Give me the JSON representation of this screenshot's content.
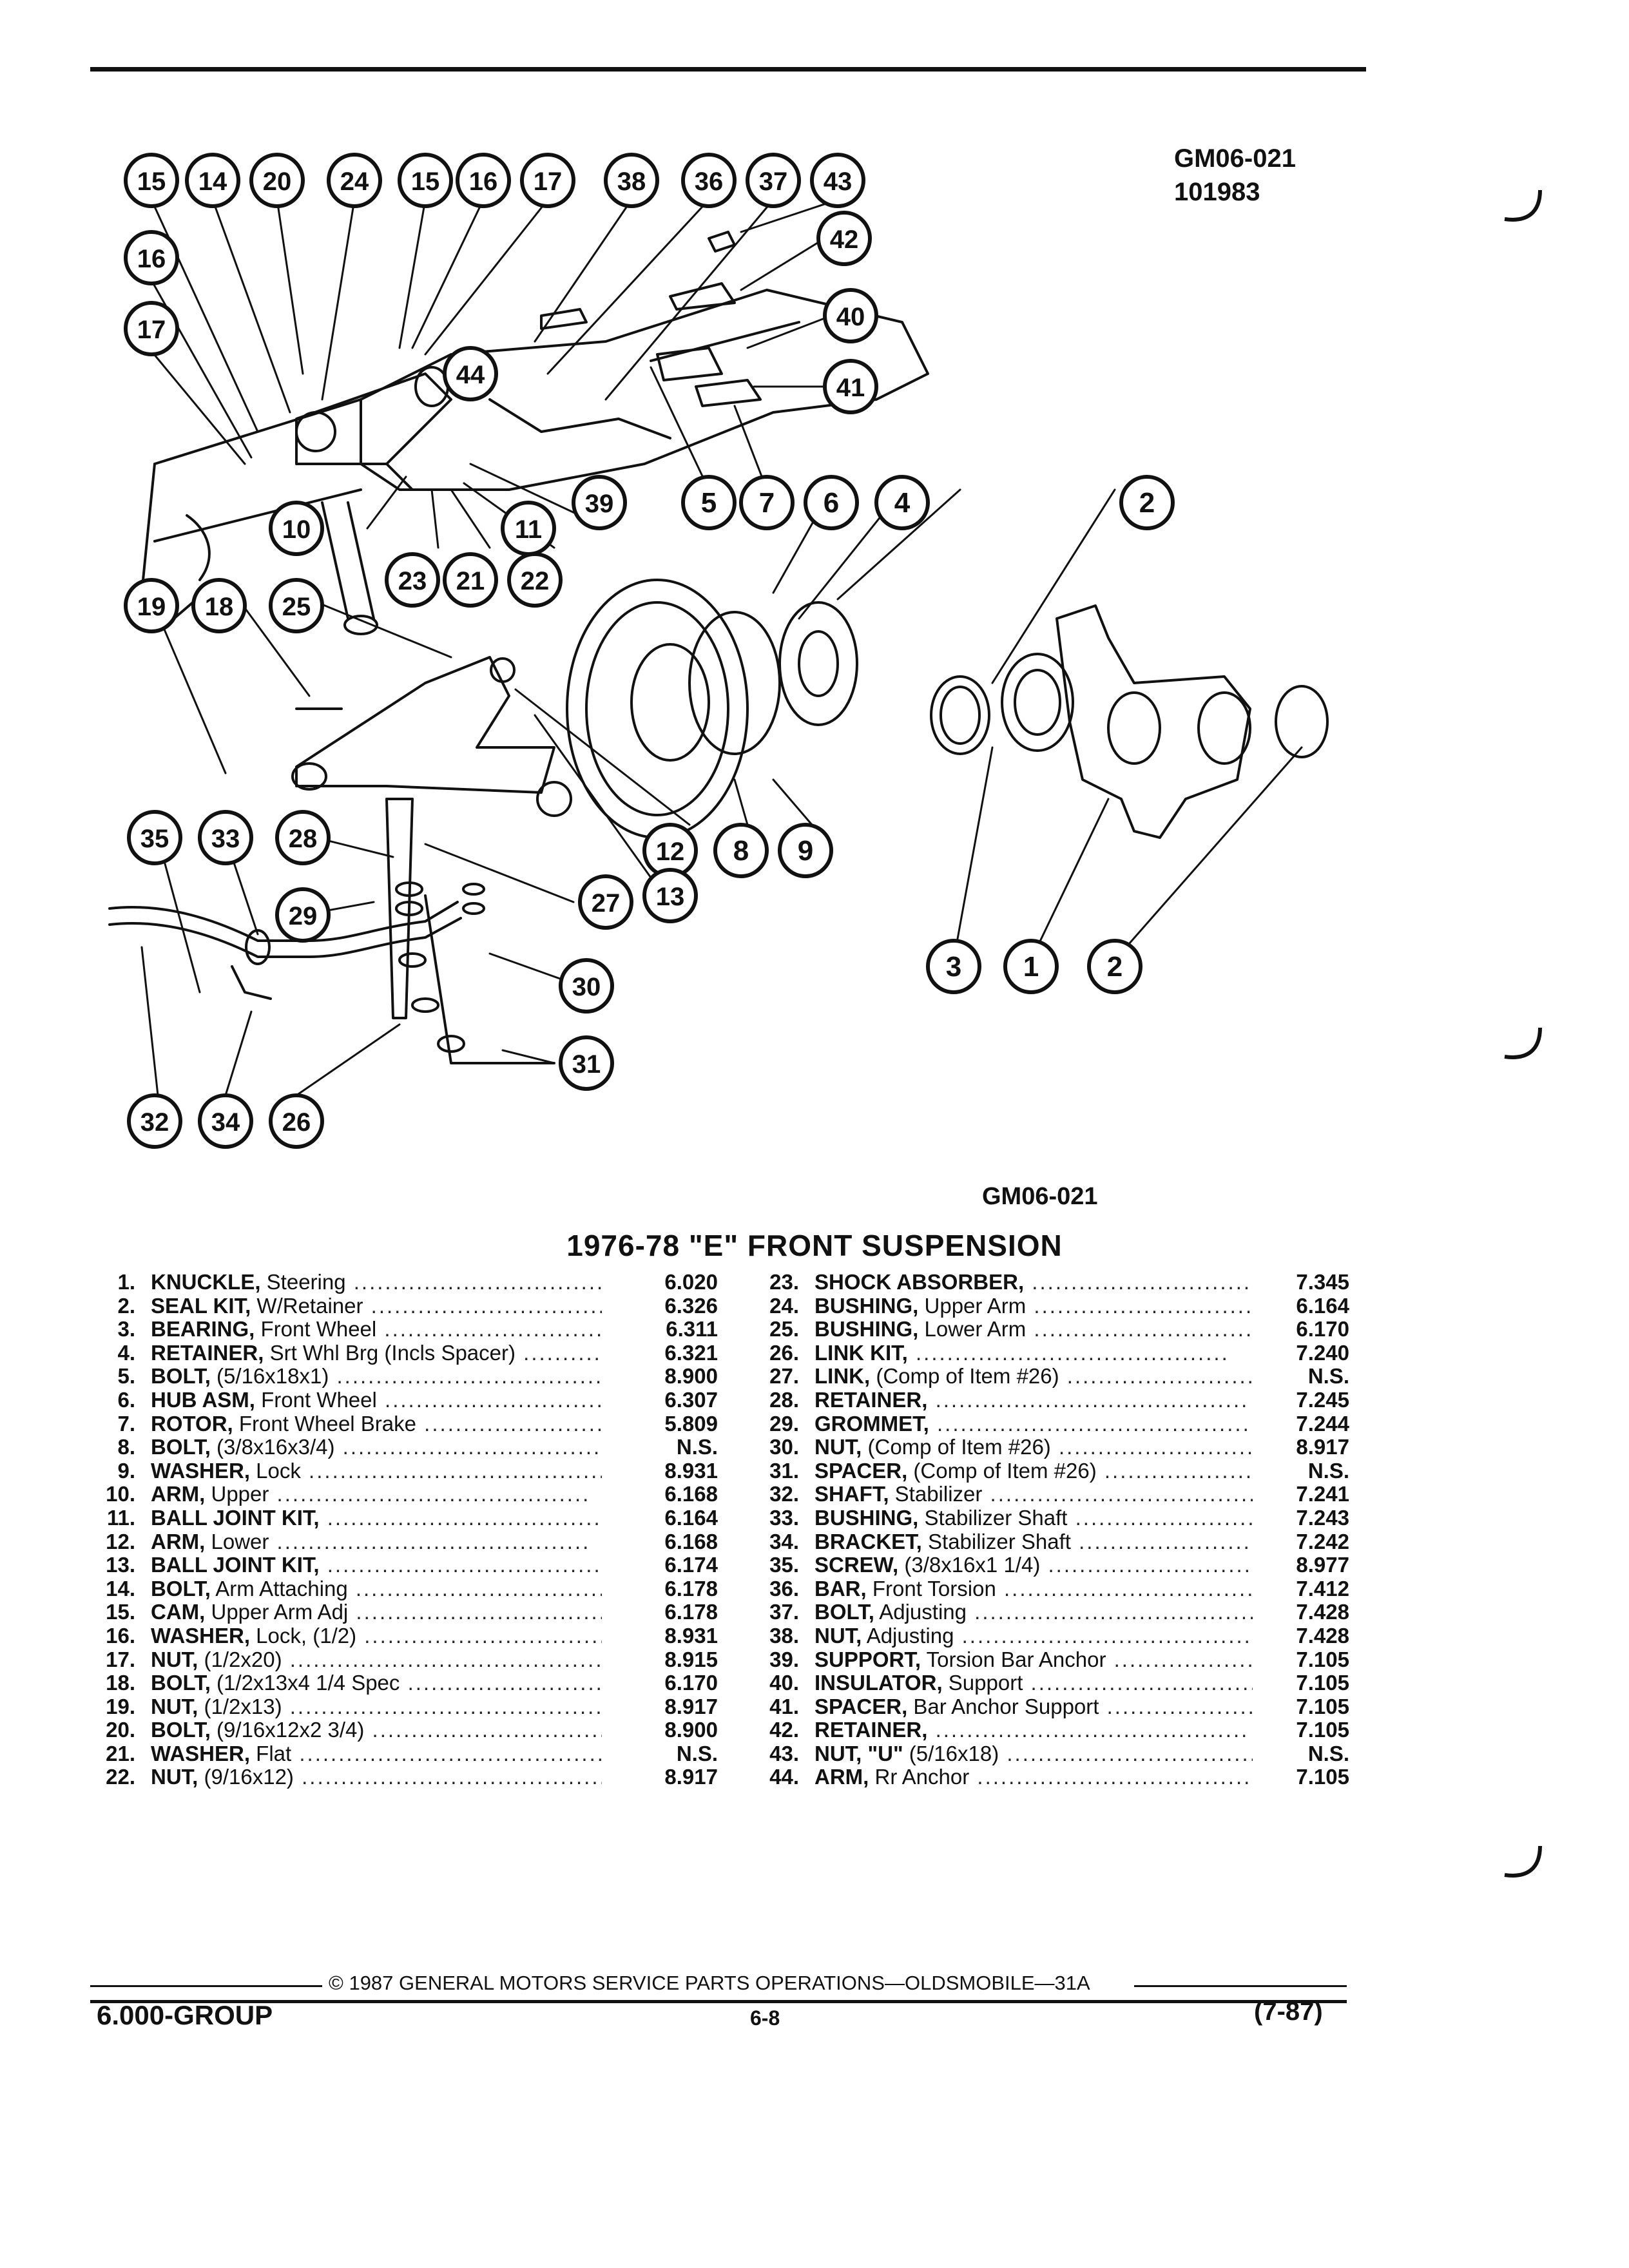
{
  "figure": {
    "code_top": "GM06-021",
    "code_number": "101983",
    "caption_code": "GM06-021",
    "callouts": [
      "1",
      "2",
      "3",
      "4",
      "5",
      "6",
      "7",
      "8",
      "9",
      "10",
      "11",
      "12",
      "13",
      "14",
      "15",
      "16",
      "17",
      "18",
      "19",
      "20",
      "21",
      "22",
      "23",
      "24",
      "25",
      "26",
      "27",
      "28",
      "29",
      "30",
      "31",
      "32",
      "33",
      "34",
      "35",
      "36",
      "37",
      "38",
      "39",
      "40",
      "41",
      "42",
      "43",
      "44"
    ]
  },
  "section_title": "1976-78 \"E\" FRONT SUSPENSION",
  "parts_left": [
    {
      "num": "1.",
      "name": "KNUCKLE,",
      "desc": " Steering",
      "val": "6.020"
    },
    {
      "num": "2.",
      "name": "SEAL KIT,",
      "desc": " W/Retainer",
      "val": "6.326"
    },
    {
      "num": "3.",
      "name": "BEARING,",
      "desc": " Front Wheel",
      "val": "6.311"
    },
    {
      "num": "4.",
      "name": "RETAINER,",
      "desc": " Srt Whl Brg (Incls Spacer)",
      "val": "6.321"
    },
    {
      "num": "5.",
      "name": "BOLT,",
      "desc": " (5/16x18x1)",
      "val": "8.900"
    },
    {
      "num": "6.",
      "name": "HUB ASM,",
      "desc": " Front Wheel",
      "val": "6.307"
    },
    {
      "num": "7.",
      "name": "ROTOR,",
      "desc": " Front Wheel Brake",
      "val": "5.809"
    },
    {
      "num": "8.",
      "name": "BOLT,",
      "desc": " (3/8x16x3/4)",
      "val": "N.S."
    },
    {
      "num": "9.",
      "name": "WASHER,",
      "desc": " Lock",
      "val": "8.931"
    },
    {
      "num": "10.",
      "name": "ARM,",
      "desc": " Upper",
      "val": "6.168"
    },
    {
      "num": "11.",
      "name": "BALL JOINT KIT,",
      "desc": "",
      "val": "6.164"
    },
    {
      "num": "12.",
      "name": "ARM,",
      "desc": " Lower",
      "val": "6.168"
    },
    {
      "num": "13.",
      "name": "BALL JOINT KIT,",
      "desc": "",
      "val": "6.174"
    },
    {
      "num": "14.",
      "name": "BOLT,",
      "desc": " Arm Attaching",
      "val": "6.178"
    },
    {
      "num": "15.",
      "name": "CAM,",
      "desc": " Upper Arm Adj",
      "val": "6.178"
    },
    {
      "num": "16.",
      "name": "WASHER,",
      "desc": " Lock, (1/2)",
      "val": "8.931"
    },
    {
      "num": "17.",
      "name": "NUT,",
      "desc": " (1/2x20)",
      "val": "8.915"
    },
    {
      "num": "18.",
      "name": "BOLT,",
      "desc": " (1/2x13x4 1/4 Spec",
      "val": "6.170"
    },
    {
      "num": "19.",
      "name": "NUT,",
      "desc": " (1/2x13)",
      "val": "8.917"
    },
    {
      "num": "20.",
      "name": "BOLT,",
      "desc": " (9/16x12x2 3/4)",
      "val": "8.900"
    },
    {
      "num": "21.",
      "name": "WASHER,",
      "desc": " Flat",
      "val": "N.S."
    },
    {
      "num": "22.",
      "name": "NUT,",
      "desc": " (9/16x12)",
      "val": "8.917"
    }
  ],
  "parts_right": [
    {
      "num": "23.",
      "name": "SHOCK ABSORBER,",
      "desc": "",
      "val": "7.345"
    },
    {
      "num": "24.",
      "name": "BUSHING,",
      "desc": " Upper Arm",
      "val": "6.164"
    },
    {
      "num": "25.",
      "name": "BUSHING,",
      "desc": " Lower Arm",
      "val": "6.170"
    },
    {
      "num": "26.",
      "name": "LINK KIT,",
      "desc": "",
      "val": "7.240"
    },
    {
      "num": "27.",
      "name": "LINK,",
      "desc": " (Comp of Item #26)",
      "val": "N.S."
    },
    {
      "num": "28.",
      "name": "RETAINER,",
      "desc": "",
      "val": "7.245"
    },
    {
      "num": "29.",
      "name": "GROMMET,",
      "desc": "",
      "val": "7.244"
    },
    {
      "num": "30.",
      "name": "NUT,",
      "desc": " (Comp of Item #26)",
      "val": "8.917"
    },
    {
      "num": "31.",
      "name": "SPACER,",
      "desc": " (Comp of Item #26)",
      "val": "N.S."
    },
    {
      "num": "32.",
      "name": "SHAFT,",
      "desc": " Stabilizer",
      "val": "7.241"
    },
    {
      "num": "33.",
      "name": "BUSHING,",
      "desc": " Stabilizer Shaft",
      "val": "7.243"
    },
    {
      "num": "34.",
      "name": "BRACKET,",
      "desc": " Stabilizer Shaft",
      "val": "7.242"
    },
    {
      "num": "35.",
      "name": "SCREW,",
      "desc": " (3/8x16x1 1/4)",
      "val": "8.977"
    },
    {
      "num": "36.",
      "name": "BAR,",
      "desc": " Front Torsion",
      "val": "7.412"
    },
    {
      "num": "37.",
      "name": "BOLT,",
      "desc": " Adjusting",
      "val": "7.428"
    },
    {
      "num": "38.",
      "name": "NUT,",
      "desc": " Adjusting",
      "val": "7.428"
    },
    {
      "num": "39.",
      "name": "SUPPORT,",
      "desc": " Torsion Bar Anchor",
      "val": "7.105"
    },
    {
      "num": "40.",
      "name": "INSULATOR,",
      "desc": " Support",
      "val": "7.105"
    },
    {
      "num": "41.",
      "name": "SPACER,",
      "desc": " Bar Anchor Support",
      "val": "7.105"
    },
    {
      "num": "42.",
      "name": "RETAINER,",
      "desc": "",
      "val": "7.105"
    },
    {
      "num": "43.",
      "name": "NUT, \"U\"",
      "desc": " (5/16x18)",
      "val": "N.S."
    },
    {
      "num": "44.",
      "name": "ARM,",
      "desc": " Rr Anchor",
      "val": "7.105"
    }
  ],
  "footer": {
    "copyright": "© 1987 GENERAL MOTORS SERVICE PARTS OPERATIONS—OLDSMOBILE—31A",
    "group": "6.000-GROUP",
    "page": "6-8",
    "revision": "(7-87)"
  }
}
